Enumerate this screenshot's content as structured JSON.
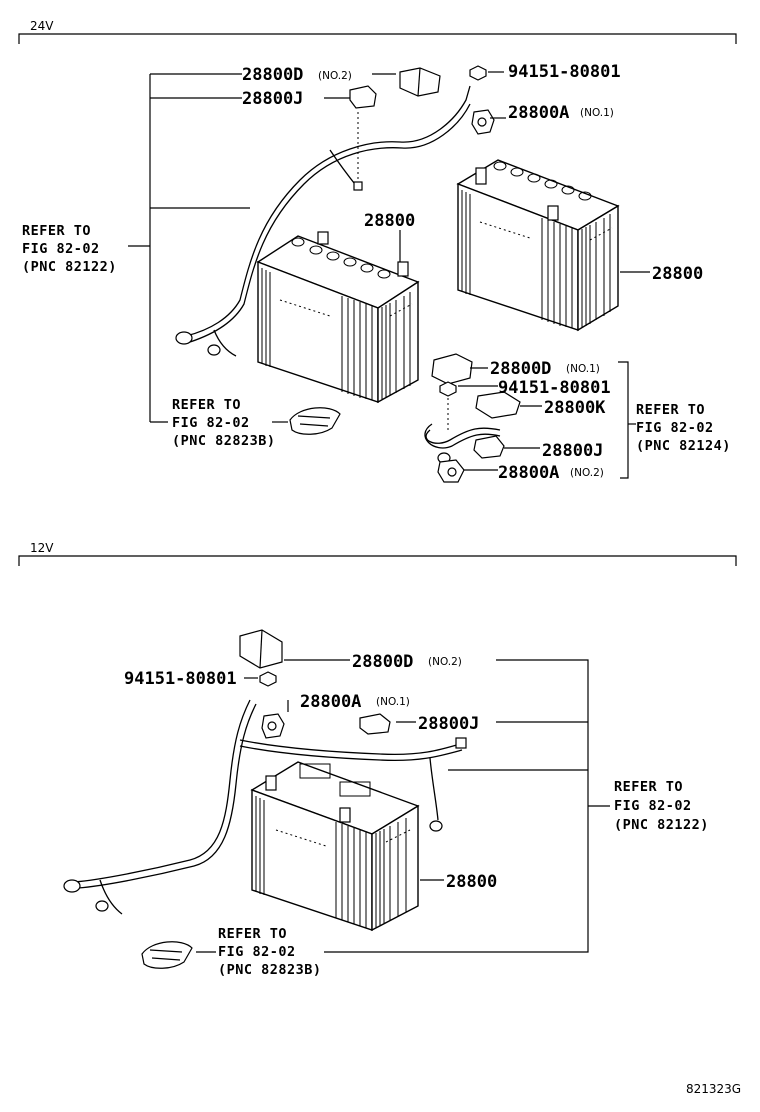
{
  "sections": {
    "top": {
      "label": "24V"
    },
    "bottom": {
      "label": "12V"
    }
  },
  "figure_code": "821323G",
  "parts_24v": {
    "p_28800d_no2": {
      "number": "28800D",
      "note": "(NO.2)"
    },
    "p_28800j_top": {
      "number": "28800J"
    },
    "p_94151_top": {
      "number": "94151-80801"
    },
    "p_28800a_no1": {
      "number": "28800A",
      "note": "(NO.1)"
    },
    "p_28800_left": {
      "number": "28800"
    },
    "p_28800_right": {
      "number": "28800"
    },
    "p_28800d_no1": {
      "number": "28800D",
      "note": "(NO.1)"
    },
    "p_94151_mid": {
      "number": "94151-80801"
    },
    "p_28800k": {
      "number": "28800K"
    },
    "p_28800j_mid": {
      "number": "28800J"
    },
    "p_28800a_no2": {
      "number": "28800A",
      "note": "(NO.2)"
    }
  },
  "refs_24v": {
    "ref_left": {
      "line1": "REFER TO",
      "line2": "FIG 82-02",
      "line3": "(PNC 82122)"
    },
    "ref_clamp": {
      "line1": "REFER TO",
      "line2": "FIG 82-02",
      "line3": "(PNC 82823B)"
    },
    "ref_right": {
      "line1": "REFER TO",
      "line2": "FIG 82-02",
      "line3": "(PNC 82124)"
    }
  },
  "parts_12v": {
    "p_28800d_no2": {
      "number": "28800D",
      "note": "(NO.2)"
    },
    "p_94151": {
      "number": "94151-80801"
    },
    "p_28800a_no1": {
      "number": "28800A",
      "note": "(NO.1)"
    },
    "p_28800j": {
      "number": "28800J"
    },
    "p_28800": {
      "number": "28800"
    }
  },
  "refs_12v": {
    "ref_right": {
      "line1": "REFER TO",
      "line2": "FIG 82-02",
      "line3": "(PNC 82122)"
    },
    "ref_clamp": {
      "line1": "REFER TO",
      "line2": "FIG 82-02",
      "line3": "(PNC 82823B)"
    }
  }
}
